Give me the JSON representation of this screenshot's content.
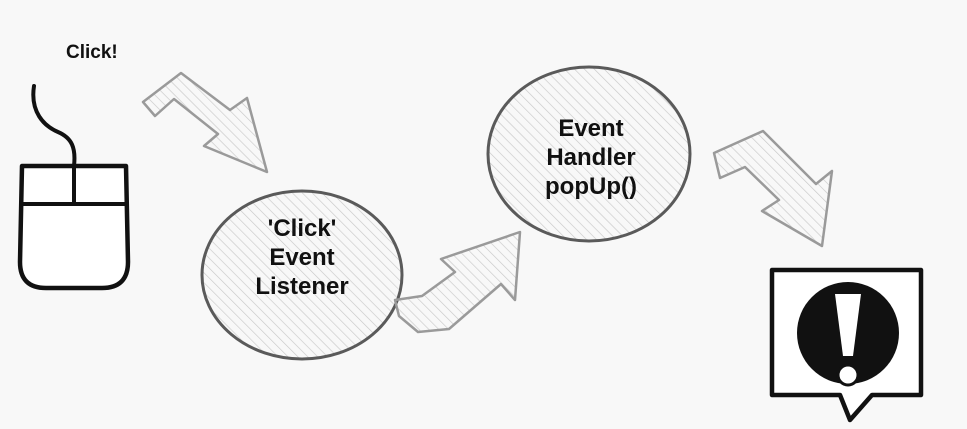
{
  "click_label": "Click!",
  "listener": {
    "line1": "'Click'",
    "line2": "Event",
    "line3": "Listener"
  },
  "handler": {
    "line1": "Event",
    "line2": "Handler",
    "line3": "popUp()"
  },
  "colors": {
    "background": "#f8f8f8",
    "stroke": "#111111",
    "bubble_stroke": "#5a5a5a",
    "arrow_stroke": "#9a9a9a",
    "hatch": "#c8c8c8"
  },
  "icons": [
    "mouse-icon",
    "alert-popup-icon"
  ]
}
